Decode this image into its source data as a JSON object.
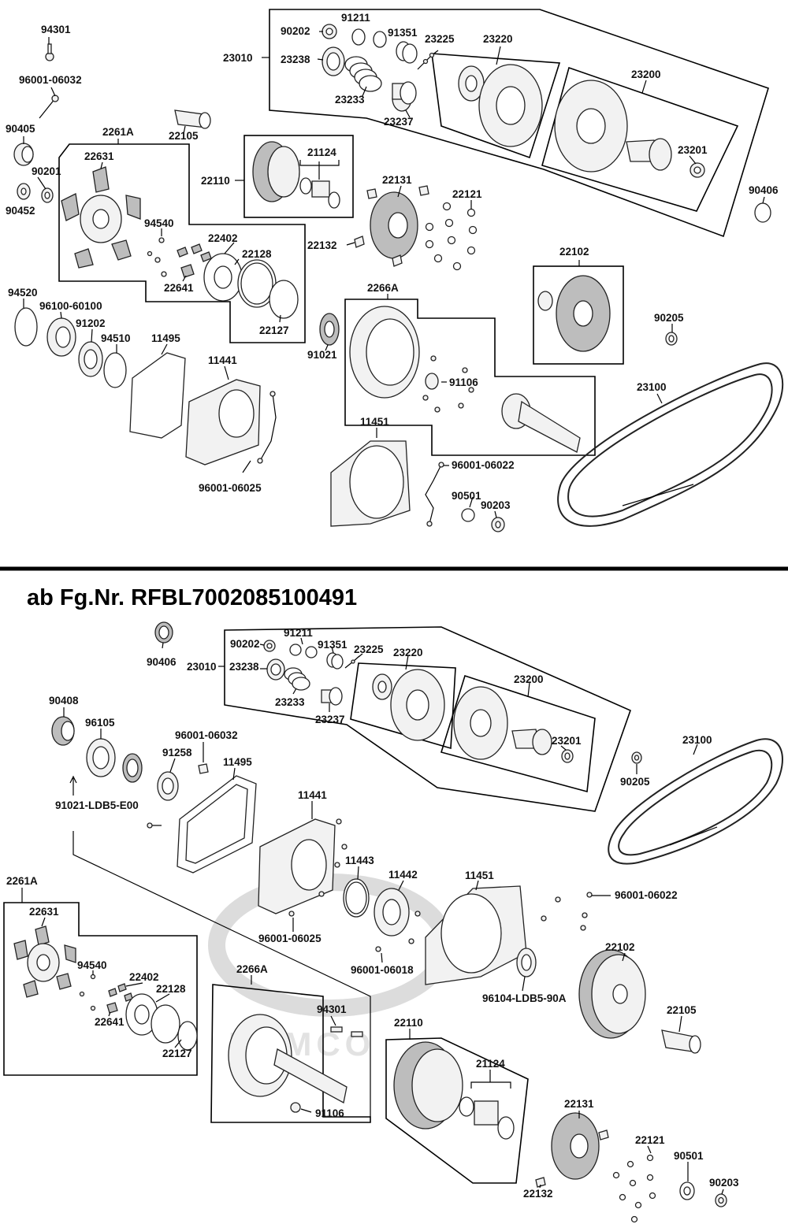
{
  "heading": "ab Fg.Nr. RFBL7002085100491",
  "watermark": "KYMCO",
  "upper": {
    "p94301": "94301",
    "p96001_06032": "96001-06032",
    "p90405": "90405",
    "p90201": "90201",
    "p90452": "90452",
    "p22105": "22105",
    "p2261A": "2261A",
    "p22631": "22631",
    "p94540": "94540",
    "p22402": "22402",
    "p22128": "22128",
    "p22641": "22641",
    "p22127": "22127",
    "p22110": "22110",
    "p21124": "21124",
    "p23010": "23010",
    "p90202": "90202",
    "p91211": "91211",
    "p91351": "91351",
    "p23225": "23225",
    "p23220": "23220",
    "p23238": "23238",
    "p23233": "23233",
    "p23237": "23237",
    "p23200": "23200",
    "p23201": "23201",
    "p90406": "90406",
    "p22131": "22131",
    "p22121": "22121",
    "p22132": "22132",
    "p22102": "22102",
    "p90205": "90205",
    "p94520": "94520",
    "p96100_60100": "96100-60100",
    "p91202": "91202",
    "p94510": "94510",
    "p11495": "11495",
    "p11441": "11441",
    "p96001_06025": "96001-06025",
    "p91021": "91021",
    "p2266A": "2266A",
    "p91106": "91106",
    "p11451": "11451",
    "p96001_06022": "96001-06022",
    "p90501": "90501",
    "p90203": "90203",
    "p23100": "23100"
  },
  "lower": {
    "p90406": "90406",
    "p23010": "23010",
    "p90202": "90202",
    "p91211": "91211",
    "p91351": "91351",
    "p23225": "23225",
    "p23220": "23220",
    "p23238": "23238",
    "p23233": "23233",
    "p23237": "23237",
    "p23200": "23200",
    "p23201": "23201",
    "p90205": "90205",
    "p23100": "23100",
    "p90408": "90408",
    "p96105": "96105",
    "p96001_06032": "96001-06032",
    "p91258": "91258",
    "p11495": "11495",
    "p91021_LDB5_E00": "91021-LDB5-E00",
    "p11441": "11441",
    "p11443": "11443",
    "p11442": "11442",
    "p11451": "11451",
    "p96001_06022": "96001-06022",
    "p96001_06025": "96001-06025",
    "p96001_06018": "96001-06018",
    "p96104_LDB5_90A": "96104-LDB5-90A",
    "p22102": "22102",
    "p2261A": "2261A",
    "p22631": "22631",
    "p94540": "94540",
    "p22402": "22402",
    "p22128": "22128",
    "p22641": "22641",
    "p22127": "22127",
    "p2266A": "2266A",
    "p94301": "94301",
    "p91106": "91106",
    "p22110": "22110",
    "p21124": "21124",
    "p22105": "22105",
    "p22131": "22131",
    "p22121": "22121",
    "p90501": "90501",
    "p90203": "90203",
    "p22132": "22132"
  }
}
